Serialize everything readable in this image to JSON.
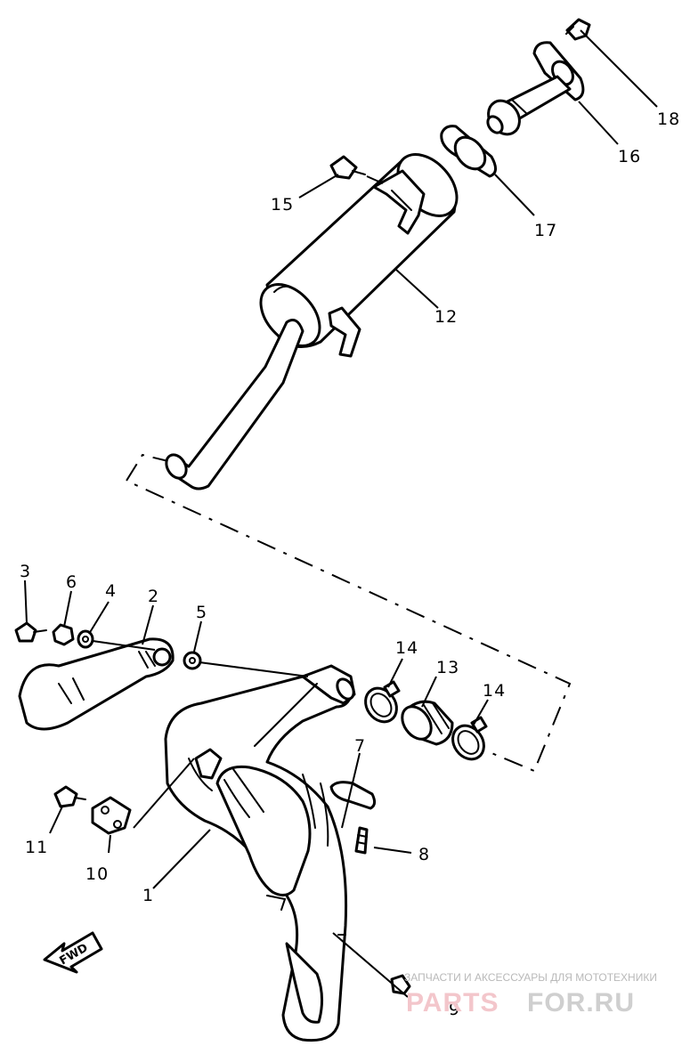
{
  "diagram": {
    "callouts": {
      "p1": "1",
      "p2": "2",
      "p3": "3",
      "p4": "4",
      "p5": "5",
      "p6": "6",
      "p7": "7",
      "p8": "8",
      "p9": "9",
      "p10": "10",
      "p11": "11",
      "p12": "12",
      "p13": "13",
      "p14a": "14",
      "p14b": "14",
      "p15": "15",
      "p16": "16",
      "p17": "17",
      "p18": "18"
    },
    "fwd_label": "FWD"
  },
  "watermark": {
    "tagline": "ЗАПЧАСТИ И АКСЕССУАРЫ ДЛЯ МОТОТЕХНИКИ",
    "brand_part1": "PARTS",
    "brand_part2": "FOR.RU"
  }
}
